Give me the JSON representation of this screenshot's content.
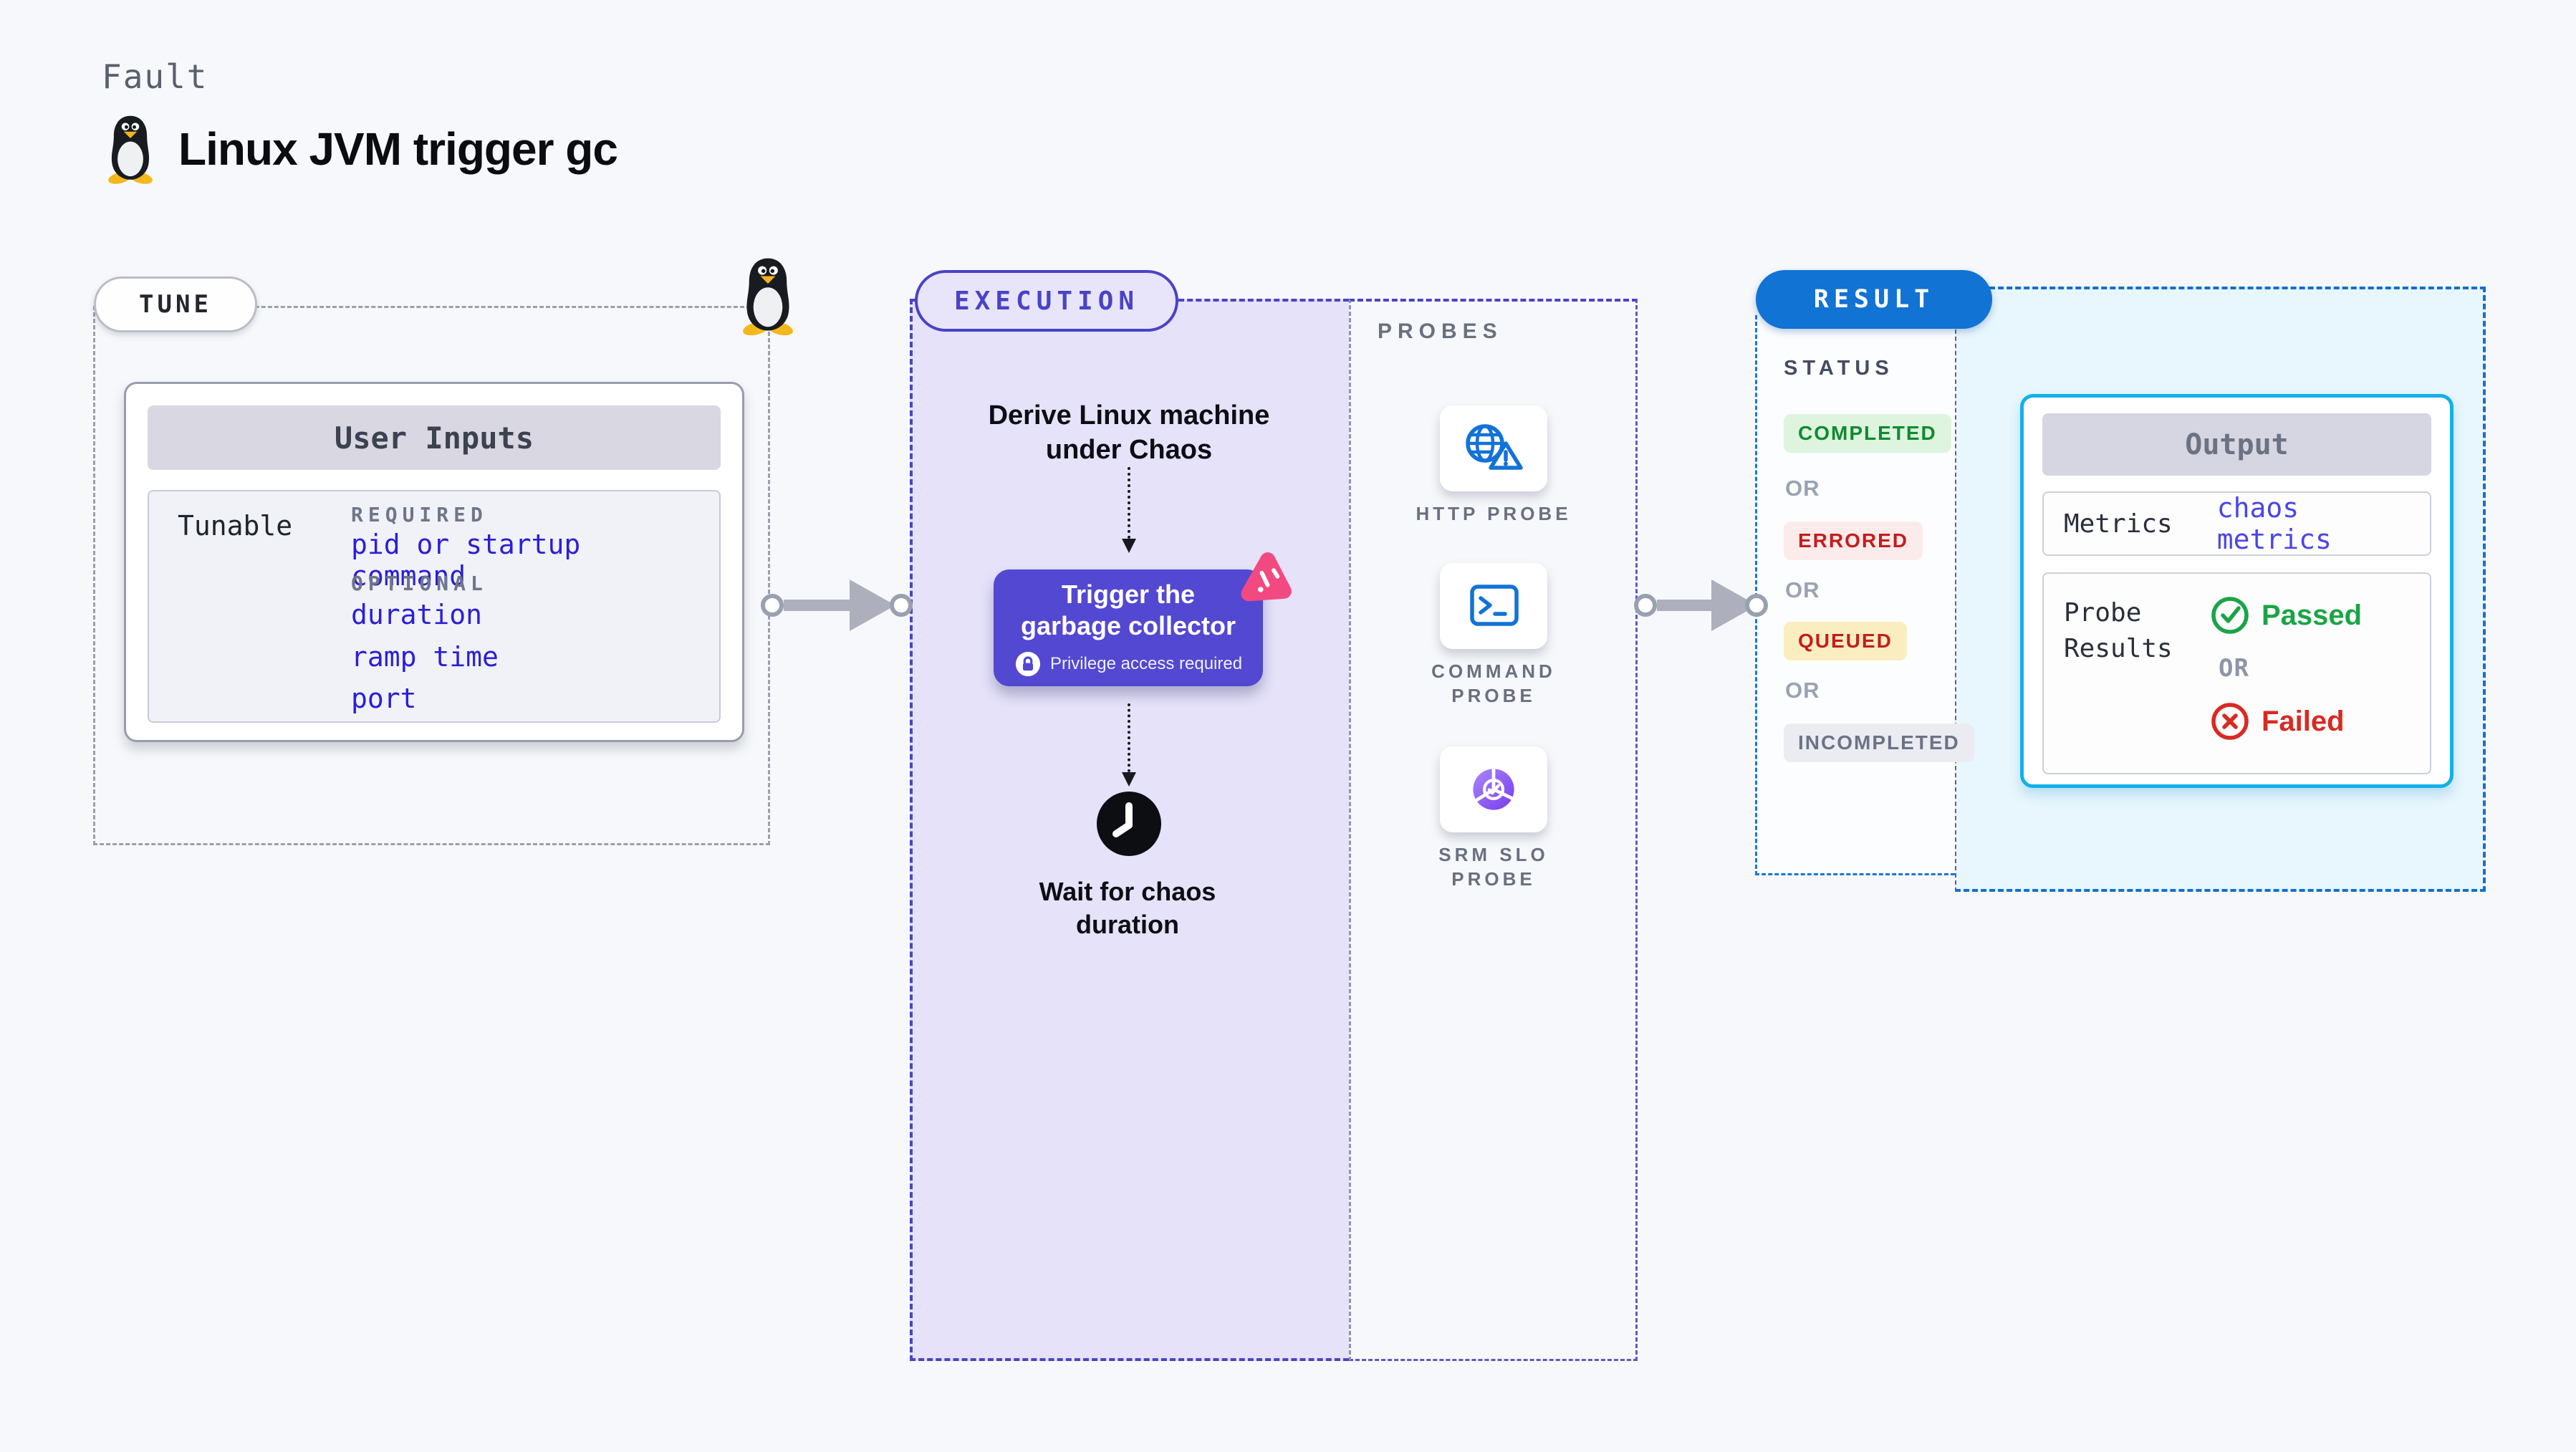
{
  "header": {
    "kicker": "Fault",
    "title": "Linux JVM trigger gc"
  },
  "colors": {
    "page_bg": "#f7f8fb",
    "execution_fill": "#e5e2fa",
    "execution_accent": "#4a43c7",
    "result_accent": "#1173d3",
    "result_fill": "#e8f6fd",
    "output_border": "#12b1e7",
    "button_bg": "#5348d1",
    "link_blue": "#2a1fd8",
    "passed_green": "#1ba446",
    "failed_red": "#d92a22",
    "chaos_pink": "#f24a80",
    "probe_icon_blue": "#1272d8",
    "srm_purple": "#7a3bee"
  },
  "tune": {
    "label": "TUNE",
    "card_title": "User Inputs",
    "row_label": "Tunable",
    "required_heading": "REQUIRED",
    "required_item": "pid or startup command",
    "optional_heading": "OPTIONAL",
    "optional_items": {
      "0": "duration",
      "1": "ramp time",
      "2": "port"
    }
  },
  "execution": {
    "label": "EXECUTION",
    "derive_line1": "Derive Linux machine",
    "derive_line2": "under Chaos",
    "action_line1": "Trigger the",
    "action_line2": "garbage collector",
    "action_note": "Privilege access required",
    "wait_line1": "Wait for chaos",
    "wait_line2": "duration"
  },
  "probes": {
    "label": "PROBES",
    "items": {
      "0": {
        "line1": "HTTP PROBE",
        "line2": "",
        "icon": "globe-warning-icon"
      },
      "1": {
        "line1": "COMMAND",
        "line2": "PROBE",
        "icon": "terminal-icon"
      },
      "2": {
        "line1": "SRM SLO",
        "line2": "PROBE",
        "icon": "slo-donut-check-icon"
      }
    }
  },
  "result": {
    "label": "RESULT",
    "status_heading": "STATUS",
    "or": "OR",
    "statuses": {
      "0": "COMPLETED",
      "1": "ERRORED",
      "2": "QUEUED",
      "3": "INCOMPLETED"
    },
    "output": {
      "title": "Output",
      "metrics_label": "Metrics",
      "metrics_value": "chaos metrics",
      "probe_label_line1": "Probe",
      "probe_label_line2": "Results",
      "passed": "Passed",
      "failed": "Failed"
    }
  }
}
